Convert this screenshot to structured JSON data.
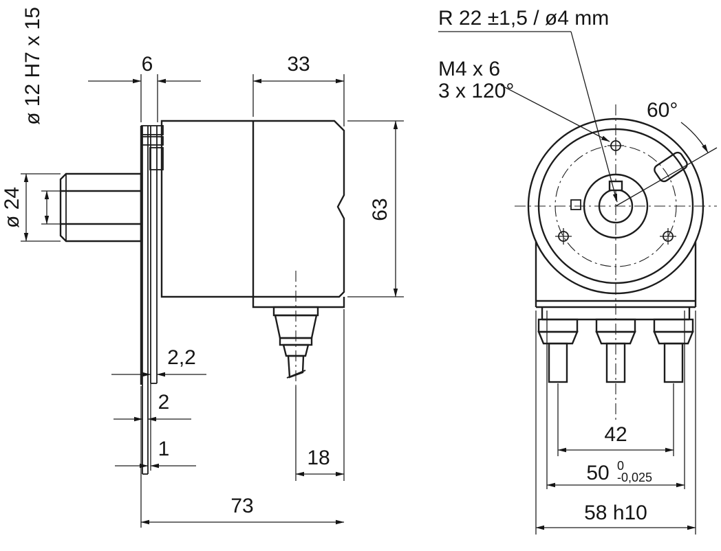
{
  "side_view": {
    "bore_label": "ø 12 H7 x 15",
    "collar_diameter": "ø 24",
    "mount_depth": "6",
    "cap_width": "33",
    "body_height": "63",
    "plate_thickness_a": "2,2",
    "plate_thickness_b": "2",
    "plate_gap": "1",
    "cable_offset": "18",
    "total_depth": "73"
  },
  "front_view": {
    "bolt_circle_note": "R 22 ±1,5 / ø4 mm",
    "screw_note_line1": "M4 x 6",
    "screw_note_line2": "3 x 120°",
    "angle": "60°",
    "gland_spacing": "42",
    "spigot_diameter": "50",
    "spigot_tol_upper": "0",
    "spigot_tol_lower": "-0,025",
    "flange_width": "58 h10"
  }
}
